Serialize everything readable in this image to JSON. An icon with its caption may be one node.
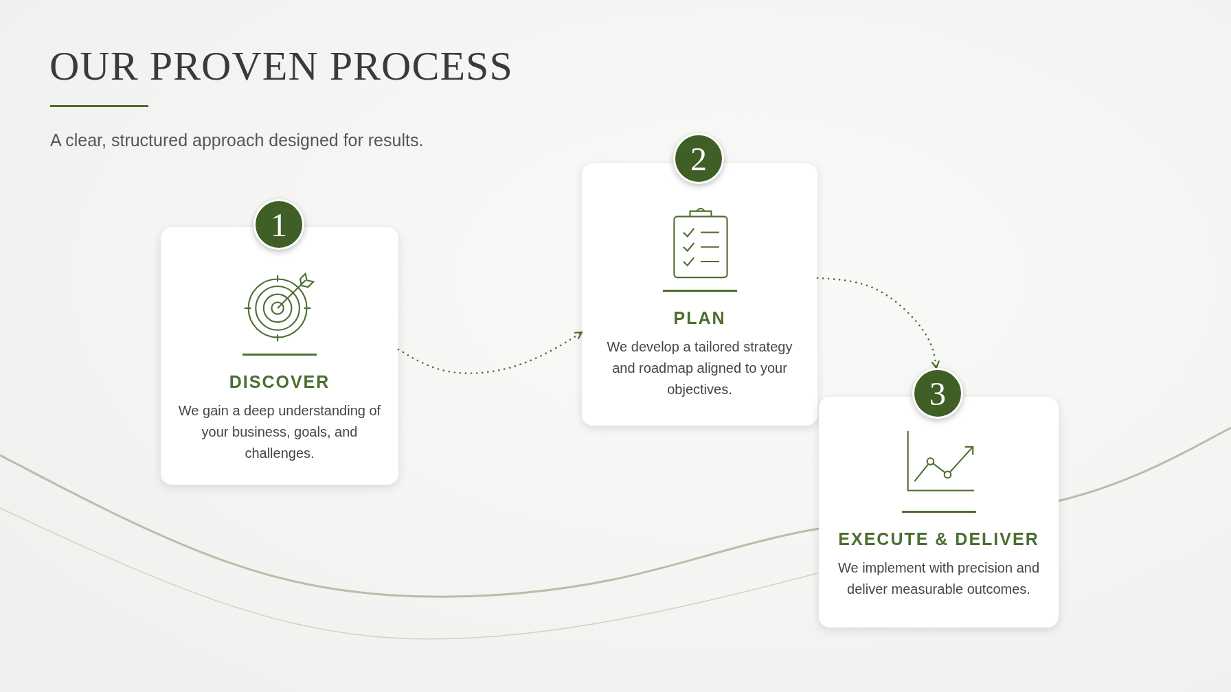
{
  "diagram": {
    "title": "OUR PROVEN PROCESS",
    "nodes": [
      {
        "text": [
          "1"
        ]
      },
      {
        "text": [
          "DISCOVER",
          "We gain a deep understanding of your business, goals, and challenges."
        ]
      },
      {
        "text": [
          "2"
        ]
      },
      {
        "text": [
          "PLAN",
          "We develop a tailored strategy and roadmap aligned to your objectives."
        ]
      },
      {
        "text": [
          "3"
        ]
      },
      {
        "text": [
          "EXECUTE & DELIVER",
          "We implement with precision and deliver measurable outcomes."
        ]
      }
    ],
    "edges": [
      {
        "from": 1,
        "to": 3,
        "arrow": "to",
        "style": "dashed"
      },
      {
        "from": 3,
        "to": 4,
        "arrow": "to",
        "style": "dashed"
      }
    ],
    "labels": [
      "A clear, structured approach designed for results."
    ]
  }
}
